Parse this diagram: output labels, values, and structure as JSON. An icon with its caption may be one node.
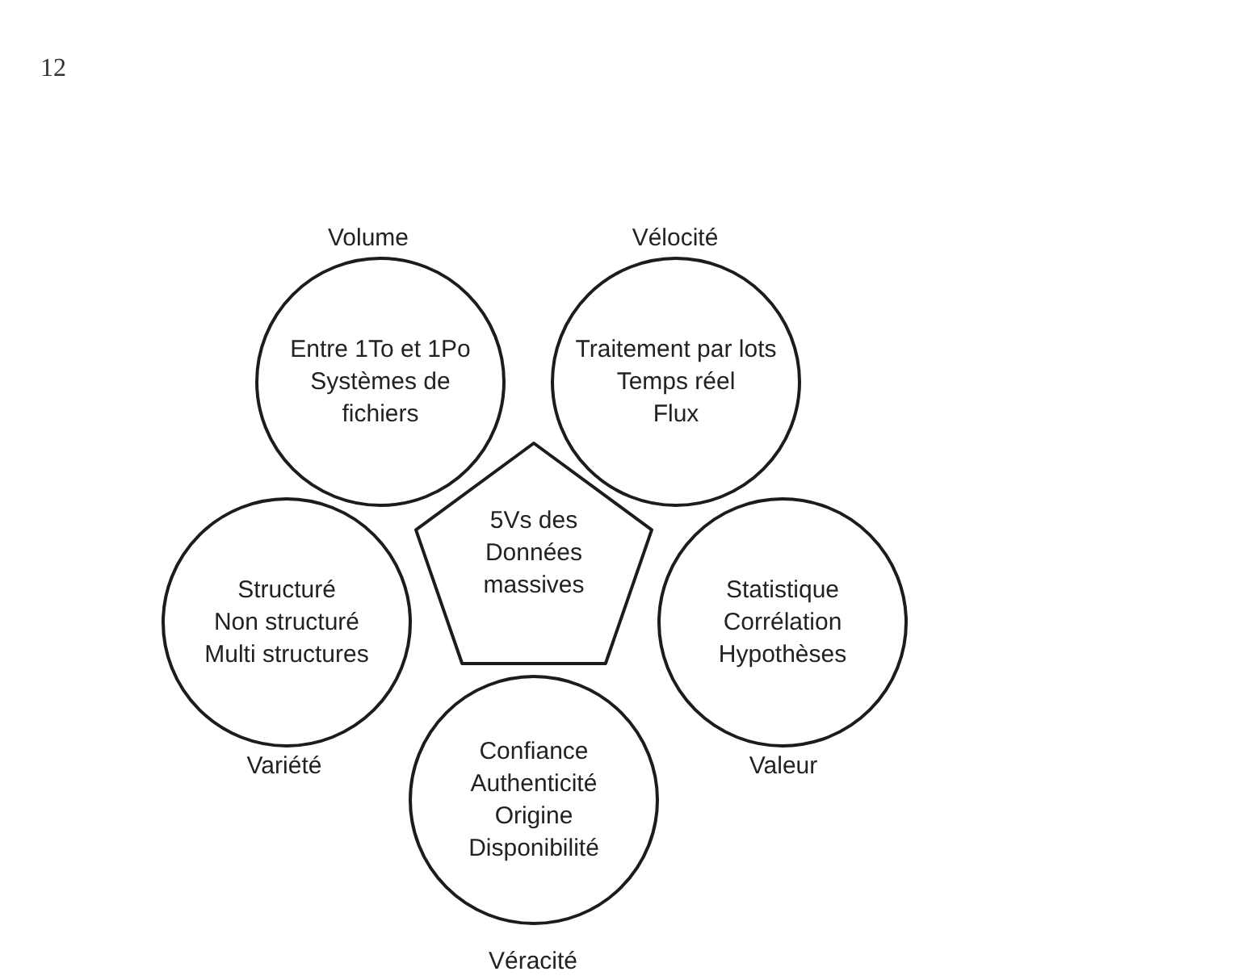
{
  "diagram": {
    "nodes": [
      {
        "text": [
          "Entre 1To et 1Po",
          "Systèmes de fichiers"
        ],
        "beside": [
          "Volume"
        ]
      },
      {
        "text": [
          "Traitement par lots",
          "Temps réel",
          "Flux"
        ],
        "beside": [
          "Vélocité"
        ]
      },
      {
        "text": [
          "5Vs des Données massives"
        ]
      },
      {
        "text": [
          "Structuré",
          "Non structuré",
          "Multi structures"
        ],
        "beside": [
          "Variété"
        ]
      },
      {
        "text": [
          "Statistique",
          "Corrélation",
          "Hypothèses"
        ],
        "beside": [
          "Valeur"
        ]
      },
      {
        "text": [
          "Confiance",
          "Authenticité",
          "Origine",
          "Disponibilité"
        ],
        "beside": [
          "Véracité"
        ]
      }
    ],
    "labels": [
      "12"
    ]
  }
}
